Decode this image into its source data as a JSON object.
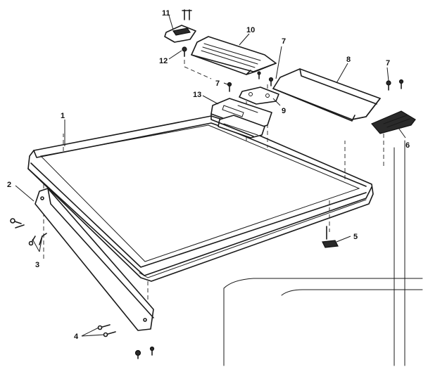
{
  "labels": {
    "p1": "1",
    "p2": "2",
    "p3": "3",
    "p4": "4",
    "p5": "5",
    "p6": "6",
    "p7a": "7",
    "p7b": "7",
    "p7c": "7",
    "p8": "8",
    "p9": "9",
    "p10": "10",
    "p11": "11",
    "p12": "12",
    "p13": "13"
  },
  "colors": {
    "line": "#1a1a1a",
    "background": "#ffffff"
  }
}
